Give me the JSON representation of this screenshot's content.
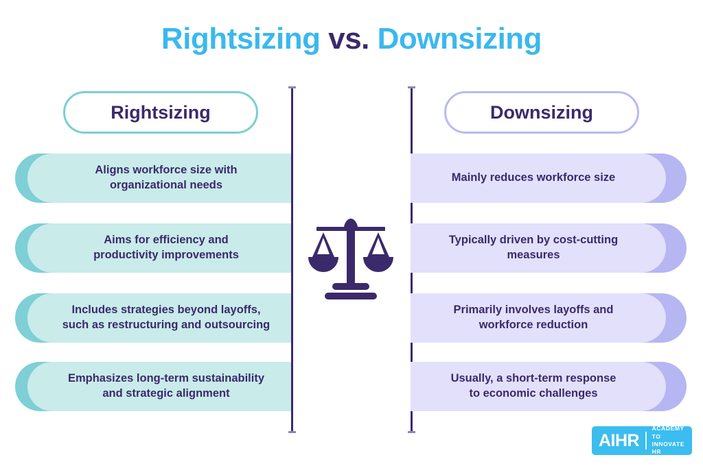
{
  "title": {
    "part1": "Rightsizing ",
    "vs": "vs.",
    "part2": " Downsizing",
    "full": "Rightsizing vs. Downsizing"
  },
  "columns": {
    "left": {
      "heading": "Rightsizing",
      "border_color": "#79CFD3",
      "back_color": "#7ECFD6",
      "front_color": "#C9EBEA",
      "items": [
        "Aligns workforce size with\norganizational needs",
        "Aims for efficiency and\nproductivity improvements",
        "Includes strategies beyond layoffs,\nsuch as restructuring and outsourcing",
        "Emphasizes long-term sustainability\nand strategic alignment"
      ]
    },
    "right": {
      "heading": "Downsizing",
      "border_color": "#B9B9F4",
      "back_color": "#B6B6F2",
      "front_color": "#E2E0FB",
      "items": [
        "Mainly reduces workforce size",
        "Typically driven by cost-cutting\nmeasures",
        "Primarily involves layoffs and\nworkforce reduction",
        "Usually, a short-term response\nto economic challenges"
      ]
    }
  },
  "center_icon": {
    "name": "balance-scale-icon",
    "color": "#3B2A6B"
  },
  "logo": {
    "mark": "AIHR",
    "subtitle": "ACADEMY TO\nINNOVATE HR",
    "background": "#3BBDEF"
  },
  "colors": {
    "title_blue": "#3BB8EE",
    "text_purple": "#3B2A6B",
    "divider": "#3B2A6B",
    "page_background": "#FFFFFF"
  }
}
